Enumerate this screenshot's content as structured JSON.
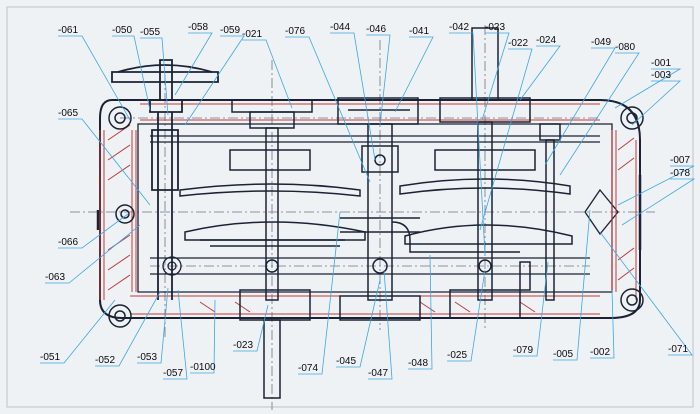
{
  "colors": {
    "paper": "#eef2f4",
    "leader": "#3aa7e6",
    "ink": "#1b2233",
    "hatch": "#c23a3a",
    "centerline": "#6d7687"
  },
  "labels": {
    "l061": "-061",
    "l050": "-050",
    "l055": "-055",
    "l058": "-058",
    "l059": "-059",
    "l021": "-021",
    "l076": "-076",
    "l044": "-044",
    "l046": "-046",
    "l041": "-041",
    "l042": "-042",
    "l023a": "-023",
    "l022": "-022",
    "l024": "-024",
    "l049": "-049",
    "l080": "-080",
    "l001": "-001",
    "l003": "-003",
    "l065": "-065",
    "l007": "-007",
    "l078": "-078",
    "l066": "-066",
    "l063": "-063",
    "l051": "-051",
    "l052": "-052",
    "l053": "-053",
    "l057": "-057",
    "l0100": "-0100",
    "l023b": "-023",
    "l074": "-074",
    "l045": "-045",
    "l047": "-047",
    "l048": "-048",
    "l025": "-025",
    "l079": "-079",
    "l005": "-005",
    "l002": "-002",
    "l071": "-071"
  }
}
